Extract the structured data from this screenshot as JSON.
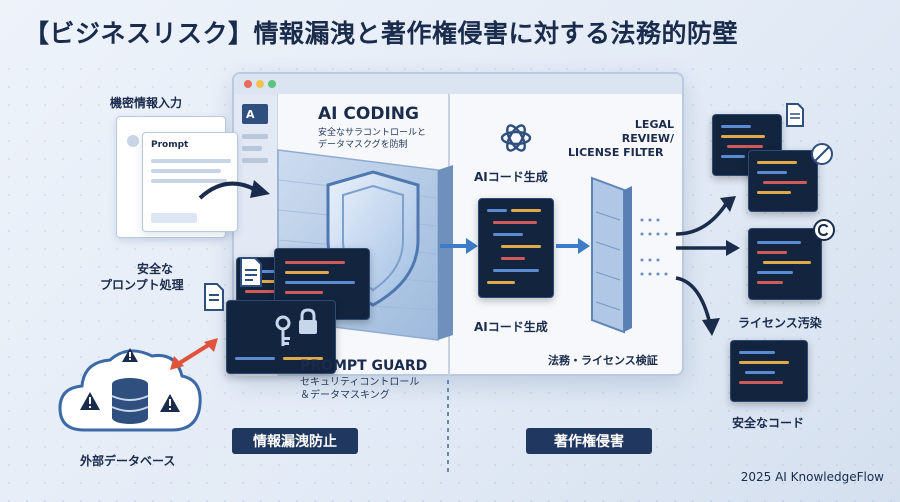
{
  "title": "【ビジネスリスク】情報漏洩と著作権侵害に対する法務的防壁",
  "labels": {
    "confidential_input": "機密情報入力",
    "prompt_card": "Prompt",
    "safe_prompt_line1": "安全な",
    "safe_prompt_line2": "プロンプト処理",
    "external_db": "外部データベース",
    "ai_coding_title": "AI CODING",
    "ai_coding_desc1": "安全なサラコントロールと",
    "ai_coding_desc2": "データマスクグを防制",
    "prompt_guard_title": "PROMPT GUARD",
    "prompt_guard_desc1": "セキュリティコントロール",
    "prompt_guard_desc2": "＆データマスキング",
    "ai_code_gen_top": "AIコード生成",
    "ai_code_gen_bottom": "AIコード生成",
    "legal_review_line1": "LEGAL",
    "legal_review_line2": "REVIEW/",
    "legal_review_line3": "LICENSE FILTER",
    "legal_check": "法務・ライセンス検証",
    "license_contamination": "ライセンス汚染",
    "safe_code": "安全なコード",
    "leak_prevention": "情報漏洩防止",
    "copyright_infringement": "著作権侵害",
    "footer": "2025 AI KnowledgeFlow"
  },
  "colors": {
    "navy": "#1a2b4c",
    "pill_bg": "#203760",
    "code_bg": "#13243f",
    "accent_blue": "#3c7cc8",
    "arrow_red": "#e0533a",
    "dot_red": "#ea6b5b",
    "dot_yellow": "#f2c14e",
    "dot_green": "#5cc37a"
  },
  "icons": [
    "openai-logo-icon",
    "document-icon",
    "no-entry-icon",
    "copyright-icon",
    "warning-icon",
    "database-icon",
    "key-icon",
    "lock-icon",
    "user-icon",
    "cloud-icon",
    "shield-icon"
  ]
}
